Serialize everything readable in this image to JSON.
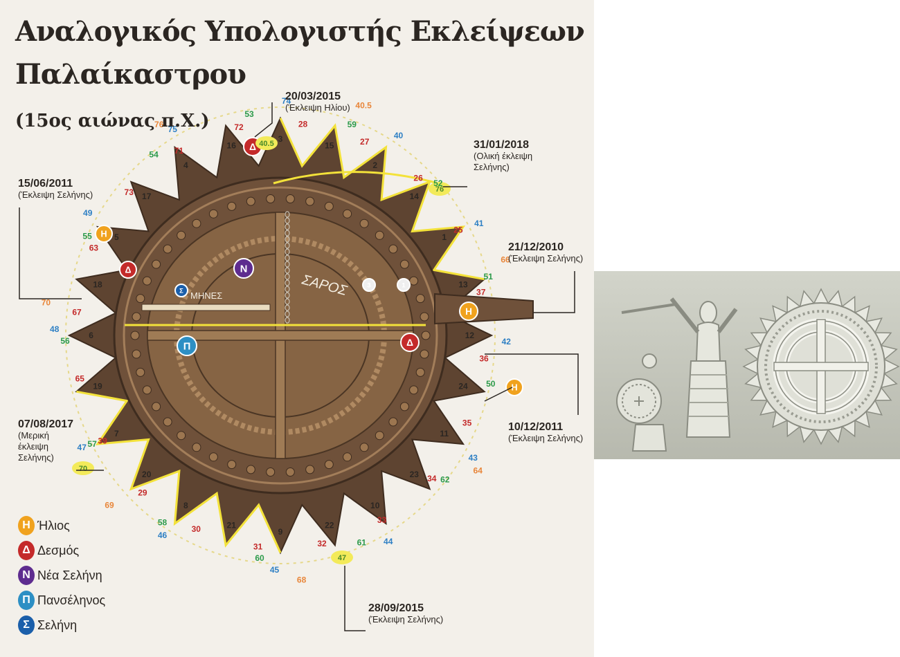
{
  "title": {
    "line1": "Αναλογικός Υπολογιστής Εκλείψεων",
    "line2": "Παλαίκαστρου",
    "subtitle": "(15ος αιώνας π.Χ.)"
  },
  "annotations": [
    {
      "date": "20/03/2015",
      "desc": "(Έκλειψη Ηλίου)"
    },
    {
      "date": "31/01/2018",
      "desc": "(Ολική έκλειψη Σελήνης)"
    },
    {
      "date": "15/06/2011",
      "desc": "(Έκλειψη Σελήνης)"
    },
    {
      "date": "21/12/2010",
      "desc": "(Έκλειψη Σελήνης)"
    },
    {
      "date": "07/08/2017",
      "desc": "(Μερική έκλειψη Σελήνης)"
    },
    {
      "date": "10/12/2011",
      "desc": "(Έκλειψη Σελήνης)"
    },
    {
      "date": "28/09/2015",
      "desc": "(Έκλειψη Σελήνης)"
    }
  ],
  "disk_labels": {
    "saros": "ΣΑΡΟΣ",
    "months": "ΜΗΝΕΣ"
  },
  "markers": {
    "sun": {
      "letter": "Η",
      "color": "#f0a21e"
    },
    "node": {
      "letter": "Δ",
      "color": "#c42a2a"
    },
    "new_moon": {
      "letter": "Ν",
      "color": "#5e2c8f"
    },
    "full_moon": {
      "letter": "Π",
      "color": "#2d8fc4"
    },
    "moon": {
      "letter": "Σ",
      "color": "#1b5faa"
    }
  },
  "legend": [
    {
      "letter": "Η",
      "label": "Ήλιος",
      "color": "#f0a21e"
    },
    {
      "letter": "Δ",
      "label": "Δεσμός",
      "color": "#c42a2a"
    },
    {
      "letter": "Ν",
      "label": "Νέα Σελήνη",
      "color": "#5e2c8f"
    },
    {
      "letter": "Π",
      "label": "Πανσέληνος",
      "color": "#2d8fc4"
    },
    {
      "letter": "Σ",
      "label": "Σελήνη",
      "color": "#1b5faa"
    }
  ],
  "ring_numbers": {
    "black": [
      "3",
      "15",
      "2",
      "14",
      "1",
      "13",
      "12",
      "24",
      "11",
      "23",
      "10",
      "22",
      "9",
      "21",
      "8",
      "20",
      "7",
      "19",
      "6",
      "18",
      "5",
      "17",
      "4",
      "16"
    ],
    "red": [
      "28",
      "27",
      "26",
      "25",
      "37",
      "36",
      "35",
      "34",
      "33",
      "32",
      "31",
      "30",
      "29",
      "39",
      "65",
      "67",
      "63",
      "73",
      "71",
      "72"
    ],
    "green": [
      "59",
      "52",
      "51",
      "50",
      "62",
      "61",
      "60",
      "58",
      "57",
      "56",
      "55",
      "54",
      "53"
    ],
    "blue": [
      "40",
      "41",
      "42",
      "43",
      "44",
      "45",
      "46",
      "47",
      "48",
      "49",
      "75",
      "74"
    ],
    "orange": [
      "66",
      "64",
      "68",
      "69",
      "70",
      "76",
      "40.5"
    ]
  },
  "highlighted_values": [
    "40.5",
    "76",
    "70",
    "47"
  ],
  "colors": {
    "bronze": "#7a5a3c",
    "yellow_track": "#f3e23a",
    "text_dark": "#2b2622"
  }
}
